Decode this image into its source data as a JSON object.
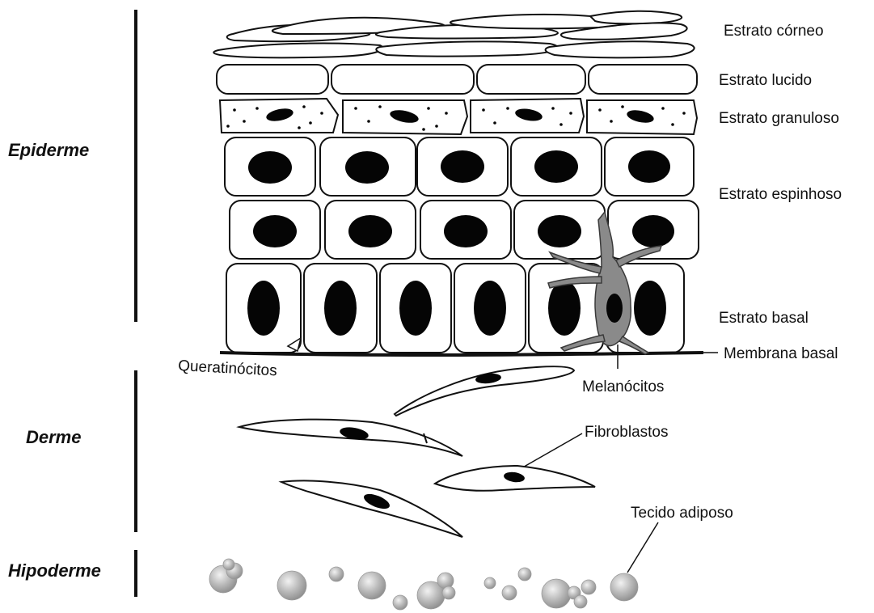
{
  "regions": {
    "epidermis": "Epiderme",
    "dermis": "Derme",
    "hypodermis": "Hipoderme"
  },
  "layers": {
    "corneum": "Estrato córneo",
    "lucidum": "Estrato lucido",
    "granulosum": "Estrato granuloso",
    "spinosum": "Estrato espinhoso",
    "basale": "Estrato basal",
    "basement_membrane": "Membrana basal"
  },
  "cells": {
    "keratinocytes": "Queratinócitos",
    "melanocytes": "Melanócitos",
    "fibroblasts": "Fibroblastos",
    "adipose": "Tecido adiposo"
  },
  "colors": {
    "outline": "#111111",
    "nucleus": "#050505",
    "melanocyte": "#8a8a8a",
    "fat_light": "#f2f2f2",
    "fat_dark": "#8c8c8c"
  }
}
